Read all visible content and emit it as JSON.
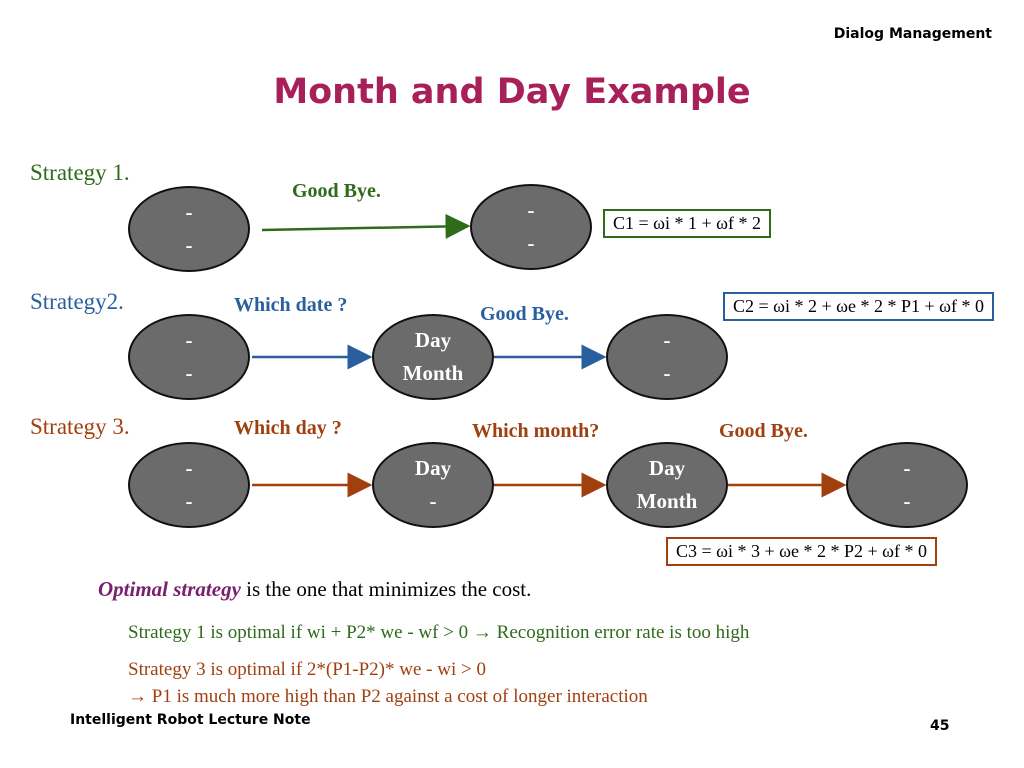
{
  "header": {
    "section_label": "Dialog Management",
    "title": "Month and Day Example"
  },
  "colors": {
    "title": "#a8205a",
    "green": "#2e6b1a",
    "blue": "#2a5f9e",
    "brown": "#a0400f",
    "purple": "#7a1f6e",
    "node_fill": "#6b6b6b"
  },
  "strategies": [
    {
      "label": "Strategy 1.",
      "edges": [
        "Good Bye."
      ],
      "nodes": [
        {
          "line1": "-",
          "line2": "-"
        },
        {
          "line1": "-",
          "line2": "-"
        }
      ],
      "cost_formula": "C1 = ωi * 1 + ωf * 2"
    },
    {
      "label": "Strategy2.",
      "edges": [
        "Which date ?",
        "Good Bye."
      ],
      "nodes": [
        {
          "line1": "-",
          "line2": "-"
        },
        {
          "line1": "Day",
          "line2": "Month"
        },
        {
          "line1": "-",
          "line2": "-"
        }
      ],
      "cost_formula": "C2 = ωi * 2 + ωe * 2 * P1 + ωf * 0"
    },
    {
      "label": "Strategy 3.",
      "edges": [
        "Which day ?",
        "Which month?",
        "Good Bye."
      ],
      "nodes": [
        {
          "line1": "-",
          "line2": "-"
        },
        {
          "line1": "Day",
          "line2": "-"
        },
        {
          "line1": "Day",
          "line2": "Month"
        },
        {
          "line1": "-",
          "line2": "-"
        }
      ],
      "cost_formula": "C3 = ωi * 3 + ωe * 2 * P2 + ωf * 0"
    }
  ],
  "optimal": {
    "term": "Optimal strategy",
    "rest": " is the one that minimizes the cost.",
    "line1": "Strategy 1 is optimal if   wi + P2* we - wf > 0 → Recognition error rate is too high",
    "line2": "Strategy 3 is optimal if   2*(P1-P2)* we - wi > 0",
    "line3": "→ P1 is much more high than P2 against a cost of longer interaction"
  },
  "footer": {
    "course": "Intelligent Robot Lecture Note",
    "page": "45"
  }
}
